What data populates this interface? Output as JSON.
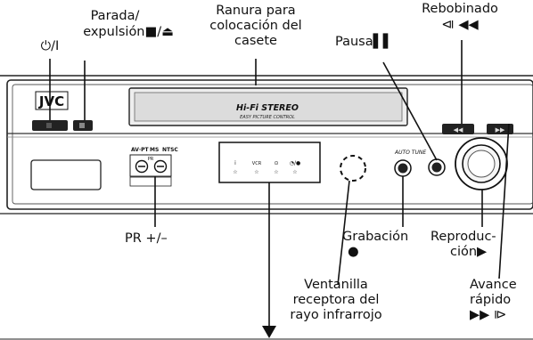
{
  "brand": "JVC",
  "cassette_slot": {
    "line1": "Hi-Fi STEREO",
    "line2": "EASY PICTURE CONTROL"
  },
  "panel_text": {
    "formats": "NTSC",
    "pr": "PR",
    "vcr": "VCR",
    "auto_tune": "AUTO TUNE"
  },
  "callouts": {
    "power": "⏻/I",
    "stop_eject_1": "Parada/",
    "stop_eject_2": "expulsión■/⏏",
    "slot_1": "Ranura para",
    "slot_2": "colocación del",
    "slot_3": "casete",
    "pause": "Pausa▌▌",
    "rewind_1": "Rebobinado",
    "rewind_2": "⧏ ◀◀",
    "pr_buttons": "PR +/–",
    "record_1": "Grabación",
    "record_2": "●",
    "play_1": "Reproduc-",
    "play_2": "ción▶",
    "ir_1": "Ventanilla",
    "ir_2": "receptora del",
    "ir_3": "rayo infrarrojo",
    "ff_1": "Avance",
    "ff_2": "rápido",
    "ff_3": "▶▶ ⧐"
  }
}
